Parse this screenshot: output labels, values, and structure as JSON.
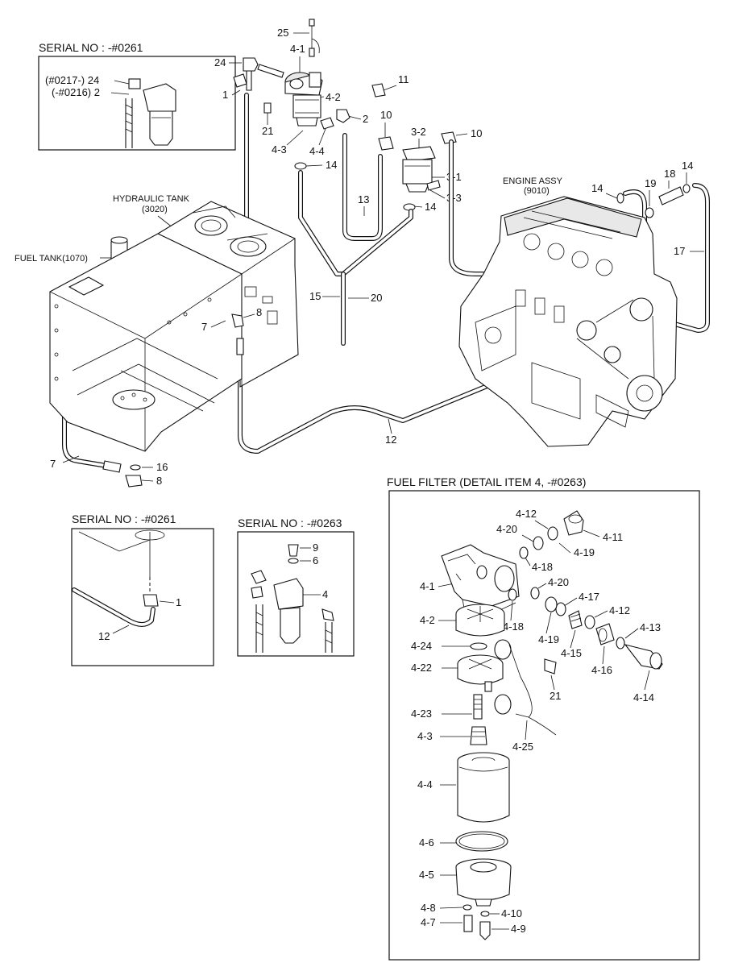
{
  "boxes": {
    "serial_top": "SERIAL NO : -#0261",
    "serial_top_24": "(#0217-) 24",
    "serial_top_2": "(-#0216) 2",
    "serial_bottom_left": "SERIAL NO : -#0261",
    "serial_bottom_mid": "SERIAL NO : -#0263",
    "fuel_filter": "FUEL FILTER (DETAIL ITEM 4, -#0263)"
  },
  "assemblies": {
    "hydraulic_tank": "HYDRAULIC TANK",
    "hydraulic_tank_code": "(3020)",
    "fuel_tank": "FUEL TANK(1070)",
    "engine_assy": "ENGINE ASSY",
    "engine_assy_code": "(9010)"
  },
  "callouts_main": [
    "25",
    "4-1",
    "24",
    "1",
    "4-2",
    "2",
    "21",
    "4-3",
    "4-4",
    "14",
    "11",
    "10",
    "10",
    "3-2",
    "3-1",
    "3-3",
    "13",
    "14",
    "14",
    "19",
    "18",
    "14",
    "17",
    "15",
    "20",
    "7",
    "8",
    "16",
    "12",
    "7",
    "8"
  ],
  "callouts_bl": [
    "1",
    "12"
  ],
  "callouts_bm": [
    "9",
    "6",
    "4"
  ],
  "callouts_ff": [
    "4-12",
    "4-20",
    "4-11",
    "4-19",
    "4-18",
    "4-1",
    "4-20",
    "4-17",
    "4-12",
    "4-13",
    "4-2",
    "4-18",
    "4-19",
    "4-15",
    "4-16",
    "4-24",
    "4-14",
    "4-22",
    "21",
    "4-23",
    "4-25",
    "4-3",
    "4-4",
    "4-6",
    "4-5",
    "4-8",
    "4-10",
    "4-7",
    "4-9"
  ]
}
